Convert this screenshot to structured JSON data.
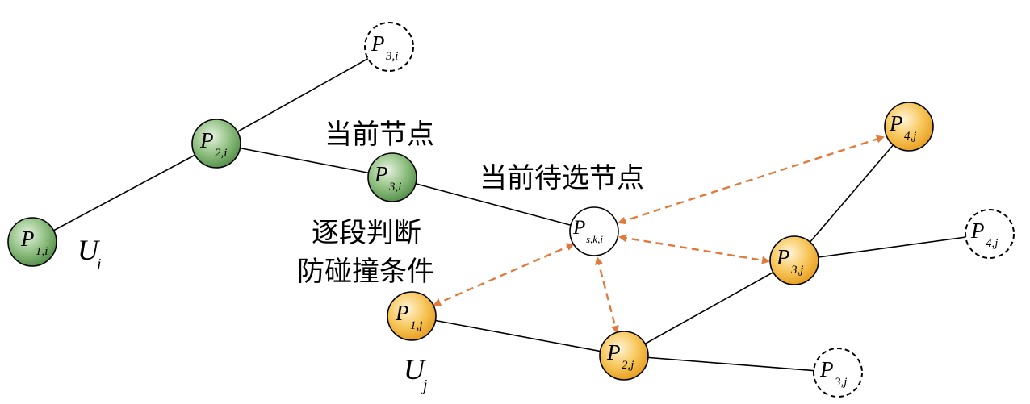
{
  "annotations": {
    "current_node": "当前节点",
    "current_candidate": "当前待选节点",
    "check_line1": "逐段判断",
    "check_line2": "防碰撞条件"
  },
  "trees": {
    "i": {
      "letter": "U",
      "sub": "i"
    },
    "j": {
      "letter": "U",
      "sub": "j"
    }
  },
  "nodes": {
    "p1i": {
      "letter": "P",
      "sub": "1,i"
    },
    "p2i": {
      "letter": "P",
      "sub": "2,i"
    },
    "p3i_cur": {
      "letter": "P",
      "sub": "3,i"
    },
    "p3i_cand": {
      "letter": "P",
      "sub": "3,i"
    },
    "psk": {
      "letter": "P",
      "sub": "s,k,i"
    },
    "p1j": {
      "letter": "P",
      "sub": "1,j"
    },
    "p2j": {
      "letter": "P",
      "sub": "2,j"
    },
    "p3j": {
      "letter": "P",
      "sub": "3,j"
    },
    "p4j": {
      "letter": "P",
      "sub": "4,j"
    },
    "p4j_cand": {
      "letter": "P",
      "sub": "4,j"
    },
    "p3j_cand": {
      "letter": "P",
      "sub": "3,j"
    }
  },
  "colors": {
    "green_fill": "#6fa862",
    "orange_fill": "#f4b63a",
    "arrow": "#e07a3c"
  }
}
